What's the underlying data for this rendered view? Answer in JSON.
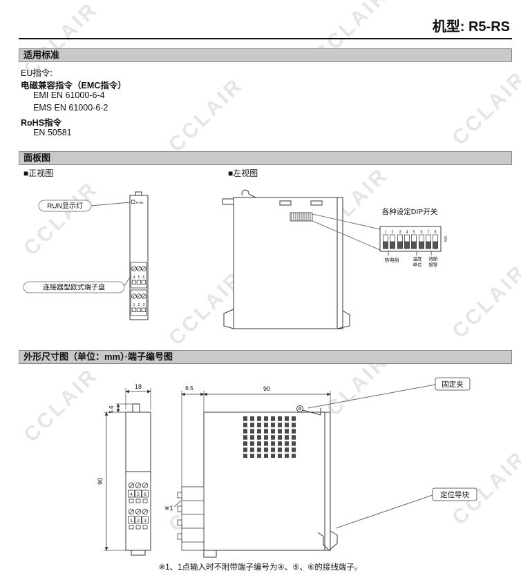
{
  "watermark": {
    "text": "CCLAIR"
  },
  "header": {
    "model": "机型: R5-RS"
  },
  "standards": {
    "title": "适用标准",
    "eu_directive": "EU指令:",
    "emc_directive": "电磁兼容指令（EMC指令）",
    "emi": "EMI EN 61000-6-4",
    "ems": "EMS EN 61000-6-2",
    "rohs_directive": "RoHS指令",
    "rohs_standard": "EN 50581"
  },
  "panel": {
    "title": "面板图",
    "front_view_label": "■正视图",
    "left_view_label": "■左视图",
    "run_led_label": "RUN显示灯",
    "run_text": "RUN",
    "terminal_block_label": "连接器型欧式端子盘",
    "terminal_numbers_top": [
      "4",
      "5",
      "6"
    ],
    "terminal_numbers_bottom": [
      "1",
      "2",
      "3"
    ],
    "dip_switch_label": "各种设定DIP开关",
    "dip_numbers": [
      "1",
      "2",
      "3",
      "4",
      "5",
      "6",
      "7",
      "8"
    ],
    "dip_on": "ON",
    "dip_group1": "热电阻",
    "dip_group2_line1": "温度",
    "dip_group2_line2": "单位",
    "dip_group3_line1": "烧断",
    "dip_group3_line2": "报警"
  },
  "dims": {
    "title": "外形尺寸图（单位：mm）·端子编号图",
    "width_18": "18",
    "height_5_6": "5.6",
    "height_90": "90",
    "depth_6_5": "6.5",
    "depth_90": "90",
    "fixing_clip_label": "固定夹",
    "guide_block_label": "定位导块",
    "note_ref": "※1",
    "terminal_numbers_top": [
      "4",
      "5",
      "6"
    ],
    "terminal_numbers_bottom": [
      "1",
      "2",
      "3"
    ],
    "footnote": "※1、1点输入时不附带端子编号为④、⑤、⑥的接线端子。"
  }
}
